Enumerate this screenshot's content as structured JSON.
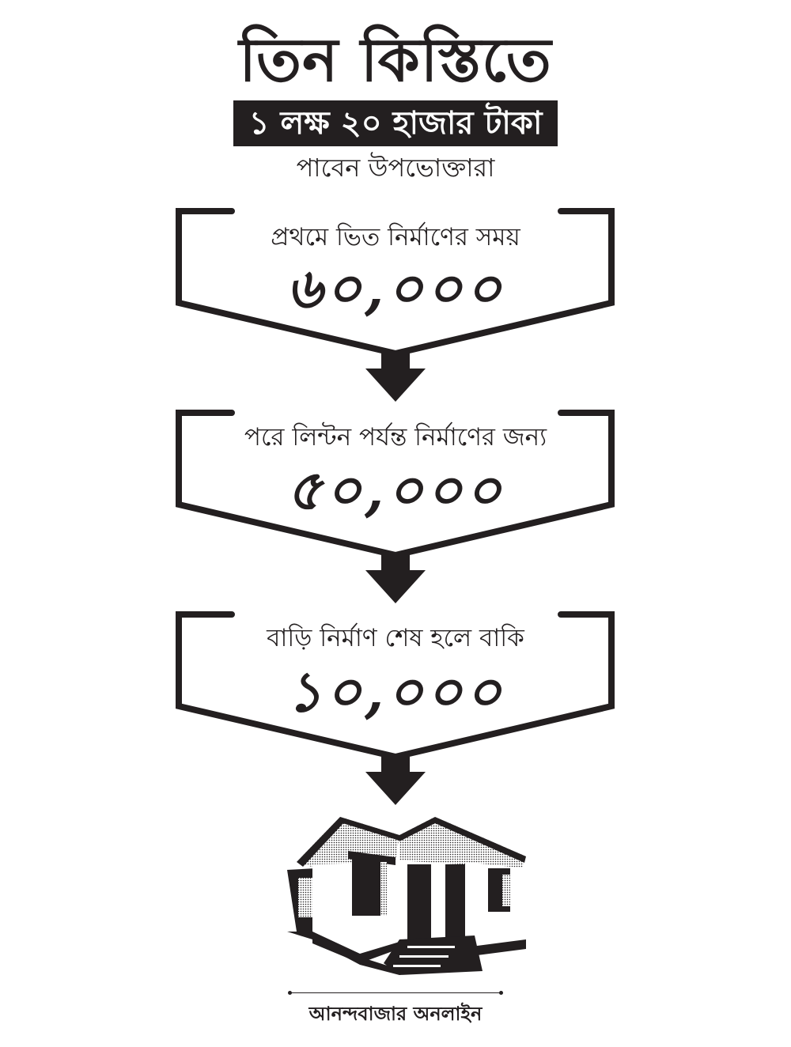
{
  "header": {
    "title": "তিন কিস্তিতে",
    "highlight": "১ লক্ষ ২০ হাজার টাকা",
    "subtitle": "পাবেন উপভোক্তারা"
  },
  "stages": [
    {
      "label": "প্রথমে ভিত নির্মাণের সময়",
      "amount": "৬০,০০০"
    },
    {
      "label": "পরে লিন্টন পর্যন্ত নির্মাণের জন্য",
      "amount": "৫০,০০০"
    },
    {
      "label": "বাড়ি নির্মাণ শেষ হলে বাকি",
      "amount": "১০,০০০"
    }
  ],
  "illustration": {
    "icon": "house-icon"
  },
  "footer": {
    "credit": "আনন্দবাজার অনলাইন"
  },
  "colors": {
    "ink": "#231f20",
    "background": "#ffffff"
  }
}
